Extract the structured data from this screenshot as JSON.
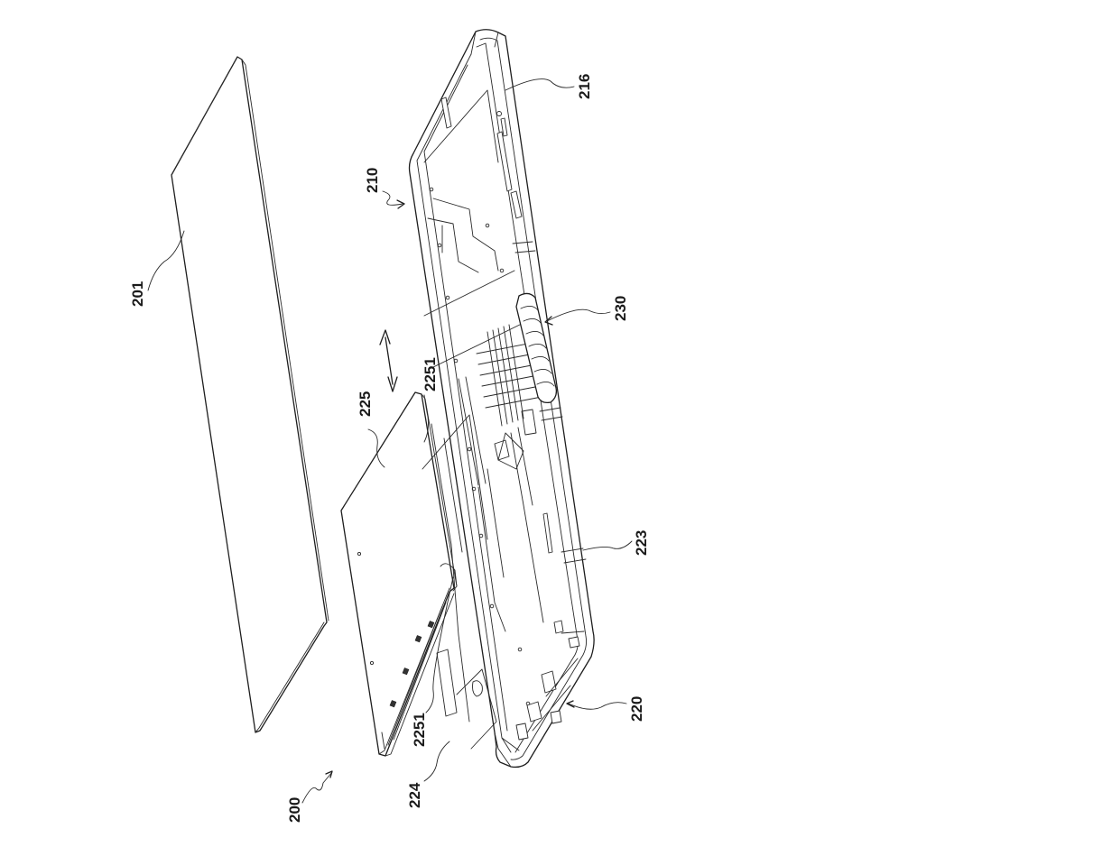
{
  "labels": {
    "l200": "200",
    "l201": "201",
    "l210": "210",
    "l216": "216",
    "l220": "220",
    "l223": "223",
    "l224": "224",
    "l225": "225",
    "l230": "230",
    "l2251_top": "2251",
    "l2251_bottom": "2251"
  }
}
